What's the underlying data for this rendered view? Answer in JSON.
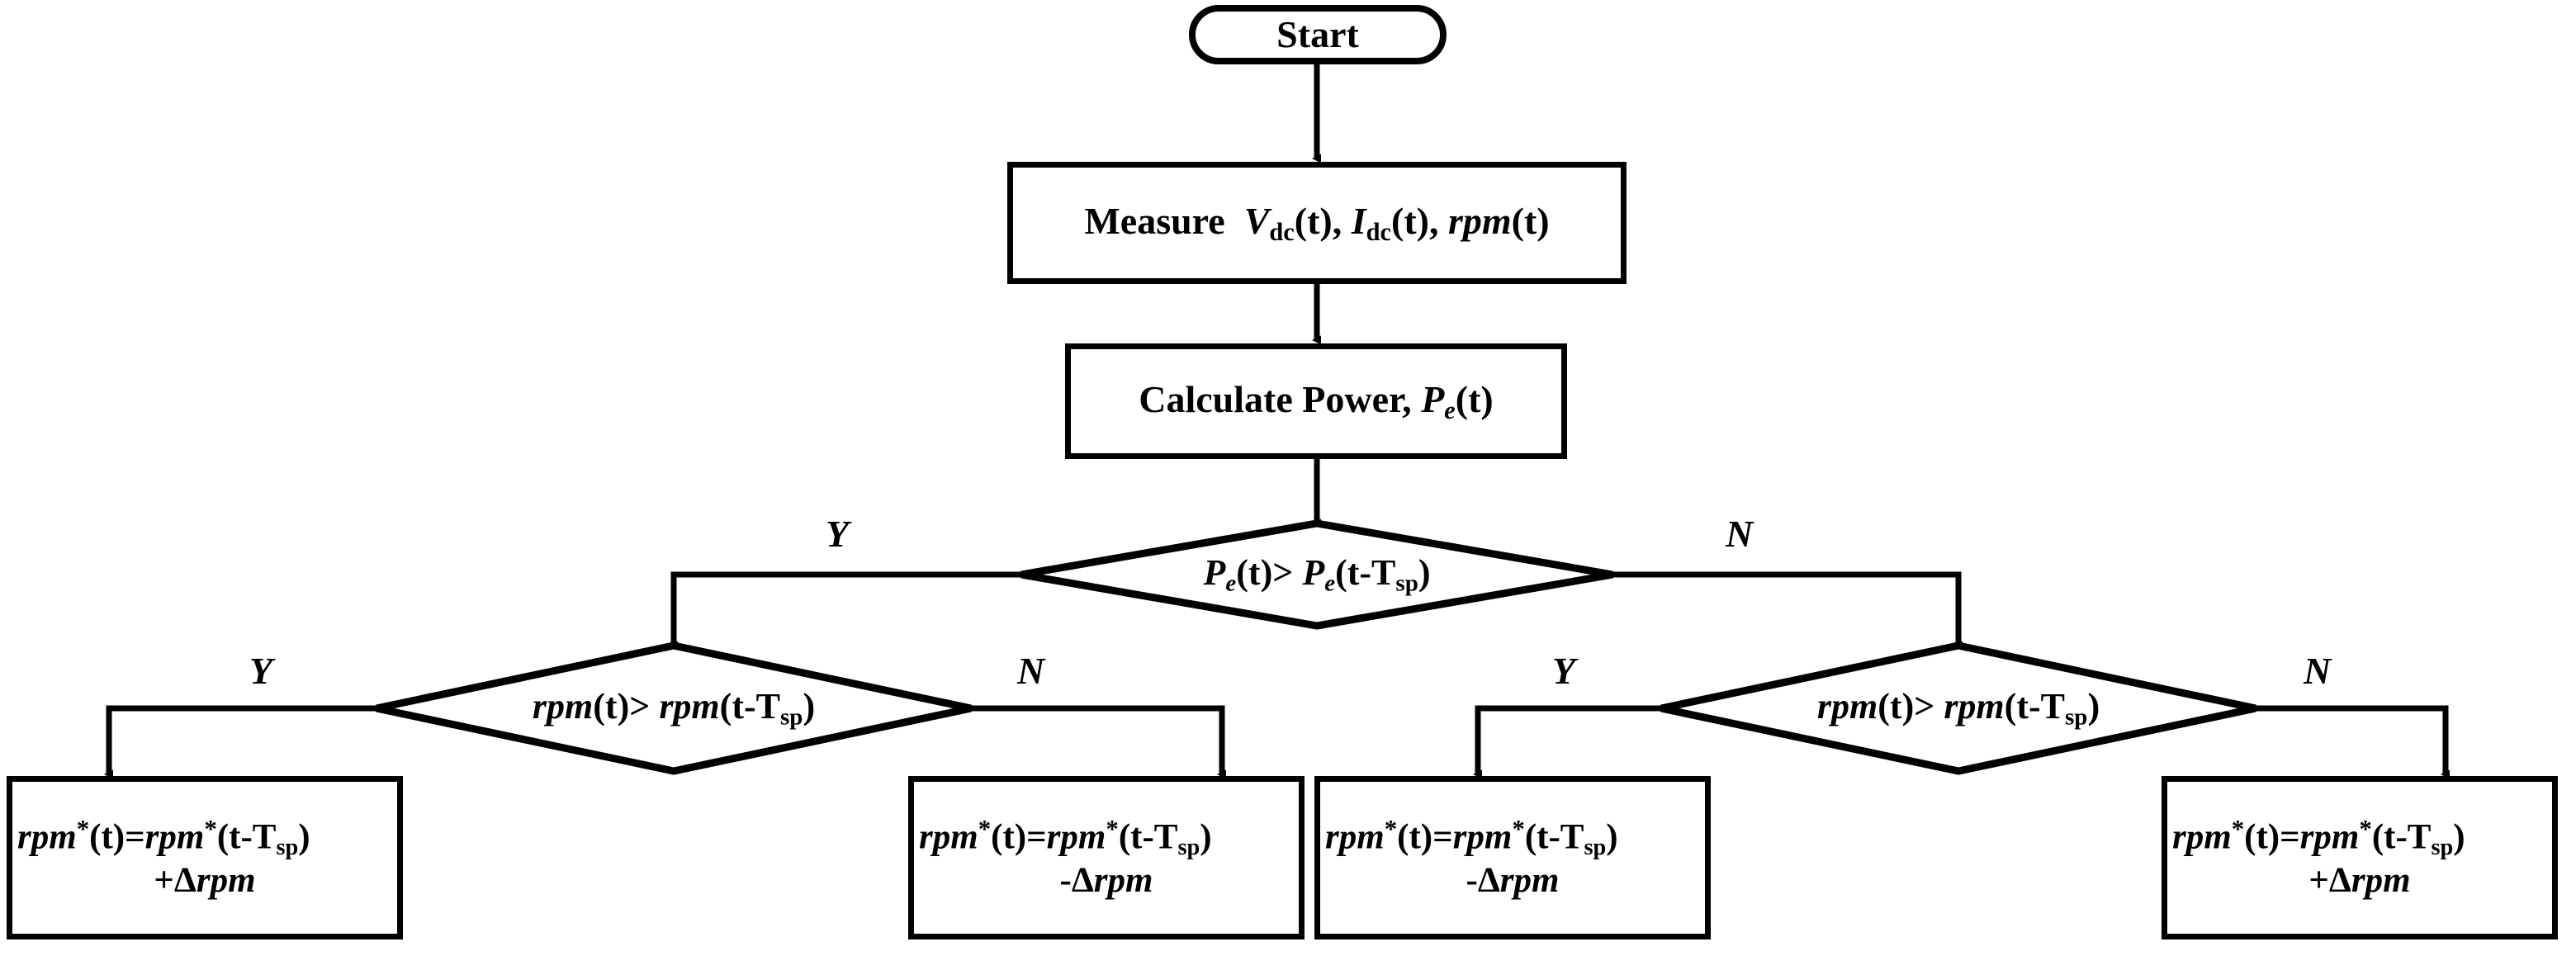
{
  "diagram": {
    "title": "MPPT speed-control decision flowchart",
    "stroke_color": "#000000",
    "background_color": "#ffffff",
    "nodes": {
      "start": {
        "label": "Start",
        "shape": "stadium"
      },
      "measure": {
        "shape": "process",
        "text": "Measure V_dc(t), I_dc(t), rpm(t)",
        "parts": {
          "word": "Measure",
          "v": "V",
          "v_sub": "dc",
          "v_arg": "(t),",
          "i": "I",
          "i_sub": "dc",
          "i_arg": "(t),",
          "rpm": "rpm",
          "rpm_arg": "(t)"
        }
      },
      "calculate": {
        "shape": "process",
        "text": "Calculate Power, P_e(t)",
        "parts": {
          "word": "Calculate Power,",
          "p": "P",
          "p_sub": "e",
          "p_arg": "(t)"
        }
      },
      "decision_power": {
        "shape": "diamond",
        "text": "P_e(t)> P_e(t-T_sp)",
        "parts": {
          "lhs": "P",
          "lhs_sub": "e",
          "lhs_arg": "(t)",
          "op": ">",
          "rhs": "P",
          "rhs_sub": "e",
          "rhs_arg_open": "(t-T",
          "rhs_sub2": "sp",
          "rhs_arg_close": ")"
        }
      },
      "decision_rpm_left": {
        "shape": "diamond",
        "text": "rpm(t)> rpm(t-T_sp)",
        "parts": {
          "lhs": "rpm",
          "lhs_arg": "(t)",
          "op": ">",
          "rhs": "rpm",
          "rhs_arg_open": "(t-T",
          "rhs_sub2": "sp",
          "rhs_arg_close": ")"
        }
      },
      "decision_rpm_right": {
        "shape": "diamond",
        "text": "rpm(t)> rpm(t-T_sp)",
        "parts": {
          "lhs": "rpm",
          "lhs_arg": "(t)",
          "op": ">",
          "rhs": "rpm",
          "rhs_arg_open": "(t-T",
          "rhs_sub2": "sp",
          "rhs_arg_close": ")"
        }
      },
      "result1": {
        "shape": "process",
        "line1": "rpm*(t)=rpm*(t-T_sp)",
        "line2": "+Δrpm",
        "sign": "+"
      },
      "result2": {
        "shape": "process",
        "line1": "rpm*(t)=rpm*(t-T_sp)",
        "line2": "-Δrpm",
        "sign": "-"
      },
      "result3": {
        "shape": "process",
        "line1": "rpm*(t)=rpm*(t-T_sp)",
        "line2": "-Δrpm",
        "sign": "-"
      },
      "result4": {
        "shape": "process",
        "line1": "rpm*(t)=rpm*(t-T_sp)",
        "line2": "+Δrpm",
        "sign": "+"
      }
    },
    "tokens": {
      "rpm": "rpm",
      "star": "*",
      "arg_t": "(t)=",
      "arg_open": "(t-T",
      "sub_sp": "sp",
      "arg_close": ")",
      "delta_plus": "+Δ",
      "delta_minus": "-Δ",
      "gt": ">",
      "t_paren": "(t)",
      "sub_dc": "dc",
      "sub_e": "e",
      "comma_t": "(t),",
      "paren_t": "(t)"
    },
    "branch_labels": {
      "power_yes": "Y",
      "power_no": "N",
      "rpm_left_yes": "Y",
      "rpm_left_no": "N",
      "rpm_right_yes": "Y",
      "rpm_right_no": "N"
    }
  }
}
